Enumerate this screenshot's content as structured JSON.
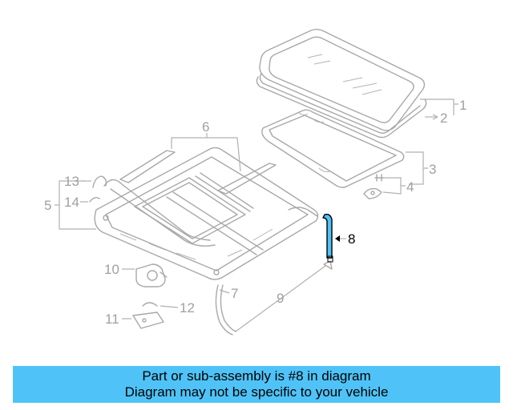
{
  "diagram": {
    "callouts": [
      "1",
      "2",
      "3",
      "4",
      "5",
      "6",
      "7",
      "8",
      "9",
      "10",
      "11",
      "12",
      "13",
      "14"
    ],
    "highlighted_part": "8",
    "highlight_color": "#4fc3f7",
    "line_color": "#a8a8a8"
  },
  "banner": {
    "line1": "Part or sub-assembly is #8 in diagram",
    "line2": "Diagram may not be specific to your vehicle",
    "background": "#4fc3f7"
  }
}
